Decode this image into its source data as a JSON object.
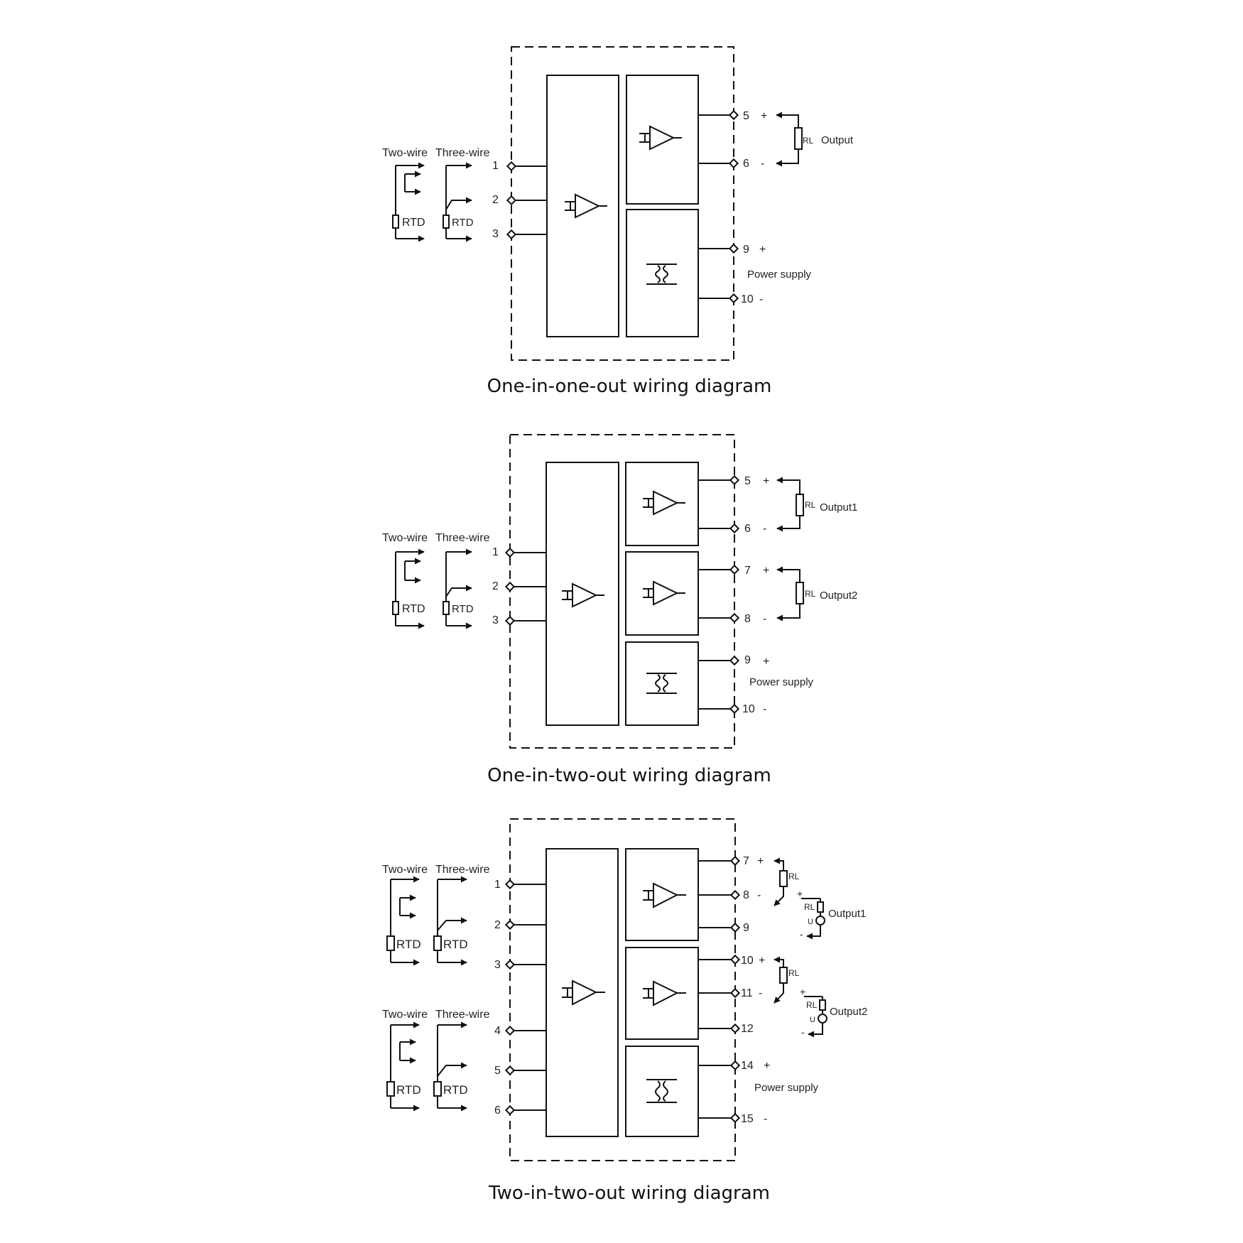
{
  "strings": {
    "two_wire": "Two-wire",
    "three_wire": "Three-wire",
    "rtd": "RTD",
    "rl": "RL",
    "u": "U",
    "plus": "+",
    "minus": "-",
    "power_supply": "Power supply"
  },
  "diagrams": [
    {
      "caption": "One-in-one-out wiring diagram",
      "input_terminals": [
        "1",
        "2",
        "3"
      ],
      "output_groups": [
        {
          "label": "Output",
          "terminals": [
            "5",
            "6"
          ]
        }
      ],
      "power_terminals": [
        "9",
        "10"
      ]
    },
    {
      "caption": "One-in-two-out wiring diagram",
      "input_terminals": [
        "1",
        "2",
        "3"
      ],
      "output_groups": [
        {
          "label": "Output1",
          "terminals": [
            "5",
            "6"
          ]
        },
        {
          "label": "Output2",
          "terminals": [
            "7",
            "8"
          ]
        }
      ],
      "power_terminals": [
        "9",
        "10"
      ]
    },
    {
      "caption": "Two-in-two-out wiring diagram",
      "input_terminals": [
        "1",
        "2",
        "3",
        "4",
        "5",
        "6"
      ],
      "output_groups": [
        {
          "label": "Output1",
          "terminals": [
            "7",
            "8",
            "9"
          ]
        },
        {
          "label": "Output2",
          "terminals": [
            "10",
            "11",
            "12"
          ]
        }
      ],
      "power_terminals": [
        "14",
        "15"
      ]
    }
  ]
}
